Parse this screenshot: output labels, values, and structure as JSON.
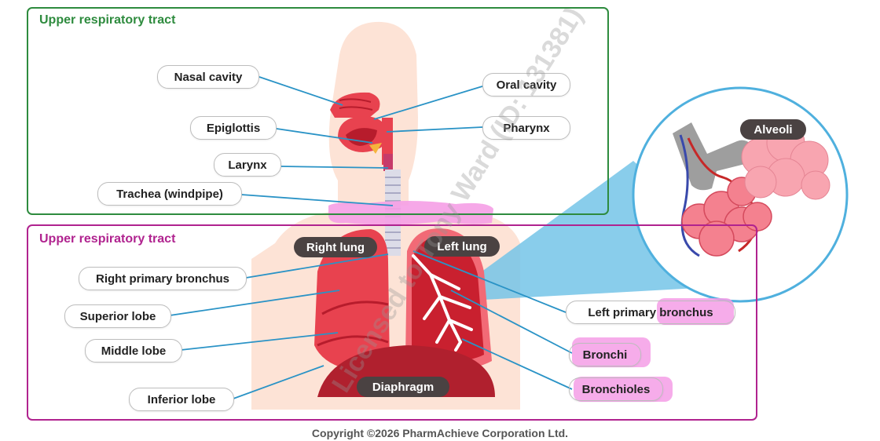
{
  "sections": {
    "upper_title": "Upper respiratory tract",
    "lower_title": "Upper respiratory tract"
  },
  "labels": {
    "nasal_cavity": "Nasal cavity",
    "oral_cavity": "Oral cavity",
    "epiglottis": "Epiglottis",
    "pharynx": "Pharynx",
    "larynx": "Larynx",
    "trachea": "Trachea (windpipe)",
    "right_lung": "Right lung",
    "left_lung": "Left lung",
    "right_primary_bronchus": "Right primary bronchus",
    "superior_lobe": "Superior lobe",
    "middle_lobe": "Middle lobe",
    "inferior_lobe": "Inferior lobe",
    "diaphragm": "Diaphragm",
    "left_primary_bronchus": "Left primary bronchus",
    "bronchi": "Bronchi",
    "bronchioles": "Bronchioles",
    "alveoli": "Alveoli"
  },
  "watermark": "Licensed to Tony Ward (ID: 131381)",
  "footer": "Copyright ©2026 PharmAchieve Corporation Ltd.",
  "colors": {
    "upper_border": "#2e8b3e",
    "lower_border": "#b0238f",
    "leader_line": "#2a93c6",
    "lung": "#e8424f",
    "highlight": "#f59ee6"
  }
}
